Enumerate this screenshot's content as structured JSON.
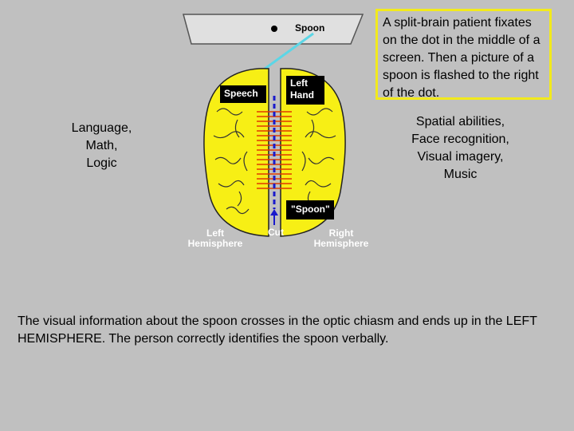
{
  "callout": "A split-brain patient fixates on the dot in the middle of a screen. Then a picture of a spoon is flashed to the right of the dot.",
  "left_functions": [
    "Language,",
    "Math,",
    "Logic"
  ],
  "right_functions": [
    "Spatial abilities,",
    "Face recognition,",
    "Visual imagery,",
    "Music"
  ],
  "labels": {
    "screen_word": "Spoon",
    "speech": "Speech",
    "left_hand": [
      "Left",
      "Hand"
    ],
    "spoon_quote": "\"Spoon\"",
    "cut": "Cut",
    "left_hemisphere": [
      "Left",
      "Hemisphere"
    ],
    "right_hemisphere": [
      "Right",
      "Hemisphere"
    ]
  },
  "explanation": "The visual information about the spoon crosses in the optic chiasm and ends up in the LEFT HEMISPHERE.  The person correctly identifies the spoon verbally.",
  "colors": {
    "brain": "#f7ef15",
    "callout_border": "#f2ea1c",
    "visual_path": "#5cd6e6",
    "corpus_callosum_lines": "#e03a00",
    "cut_line": "#1a1acc",
    "background": "#c0c0c0"
  }
}
